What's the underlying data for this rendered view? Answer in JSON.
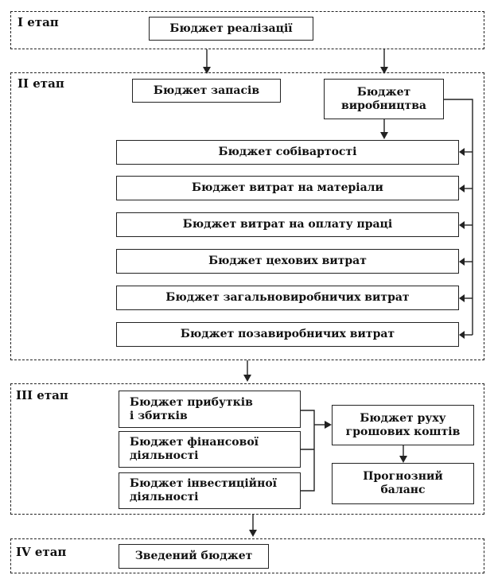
{
  "stages": [
    {
      "label": "I етап"
    },
    {
      "label": "II етап"
    },
    {
      "label": "III етап"
    },
    {
      "label": "IV етап"
    }
  ],
  "boxes": {
    "sales": "Бюджет реалізації",
    "inventory": "Бюджет запасів",
    "production": "Бюджет\nвиробництва",
    "cost": "Бюджет собівартості",
    "materials": "Бюджет витрат на матеріали",
    "labor": "Бюджет витрат на оплату праці",
    "workshop": "Бюджет цехових витрат",
    "general": "Бюджет загальновиробничих витрат",
    "nonproduction": "Бюджет позавиробничих витрат",
    "profit": "Бюджет прибутків\nі збитків",
    "financial": "Бюджет фінансової\nдіяльності",
    "investment": "Бюджет інвестиційної\nдіяльності",
    "cashflow": "Бюджет руху\nгрошових коштів",
    "forecast": "Прогнозний\nбаланс",
    "master": "Зведений бюджет"
  }
}
